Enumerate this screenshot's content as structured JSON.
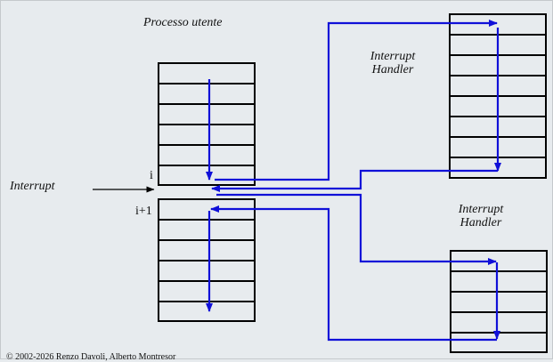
{
  "labels": {
    "user_process": "Processo utente",
    "interrupt": "Interrupt",
    "handler_top_line1": "Interrupt",
    "handler_top_line2": "Handler",
    "handler_bottom_line1": "Interrupt",
    "handler_bottom_line2": "Handler",
    "instr_i": "i",
    "instr_i1": "i+1"
  },
  "footer": "© 2002-2026 Renzo Davoli, Alberto Montresor",
  "colors": {
    "flow": "#1010d8",
    "outline": "#000000",
    "background": "#e7ebee"
  }
}
